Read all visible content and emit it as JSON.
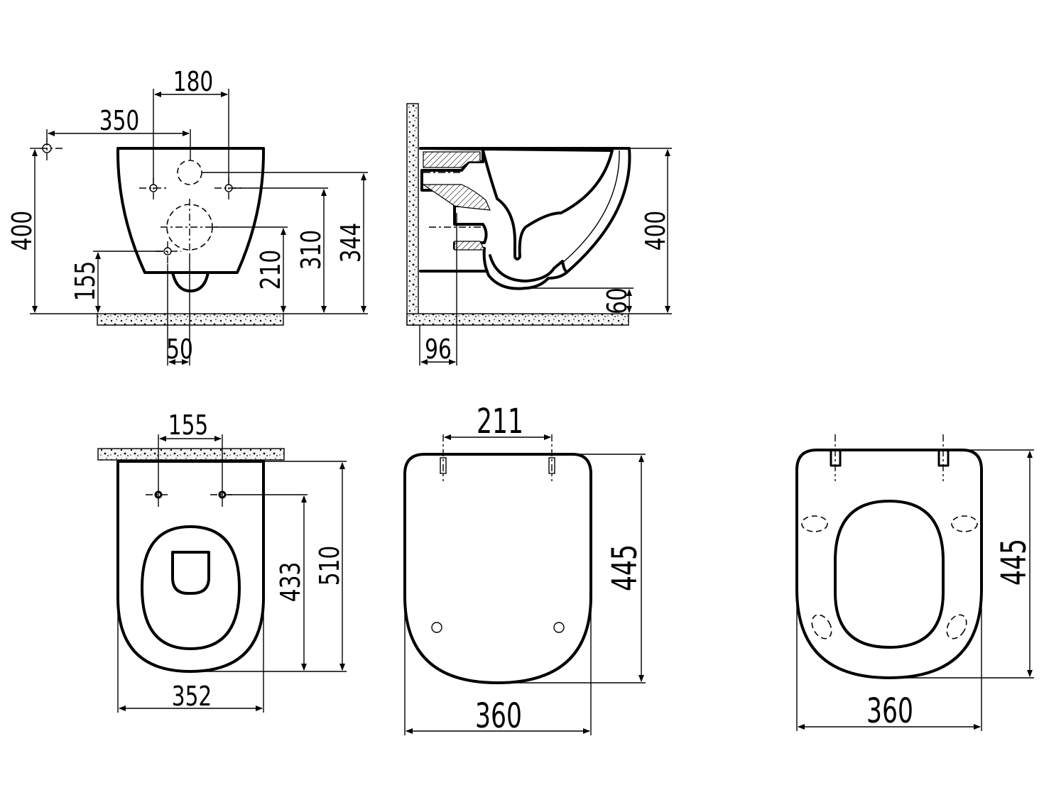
{
  "dimensions": {
    "front_view": {
      "d180": "180",
      "d350": "350",
      "d400": "400",
      "d155": "155",
      "d210": "210",
      "d310": "310",
      "d344": "344",
      "d50": "50"
    },
    "side_view": {
      "d400": "400",
      "d60": "60",
      "d96": "96"
    },
    "top_view": {
      "d155": "155",
      "d433": "433",
      "d510": "510",
      "d352": "352"
    },
    "seat_lid_view": {
      "d211": "211",
      "d445": "445",
      "d360": "360"
    },
    "seat_ring_view": {
      "d445": "445",
      "d360": "360"
    }
  }
}
